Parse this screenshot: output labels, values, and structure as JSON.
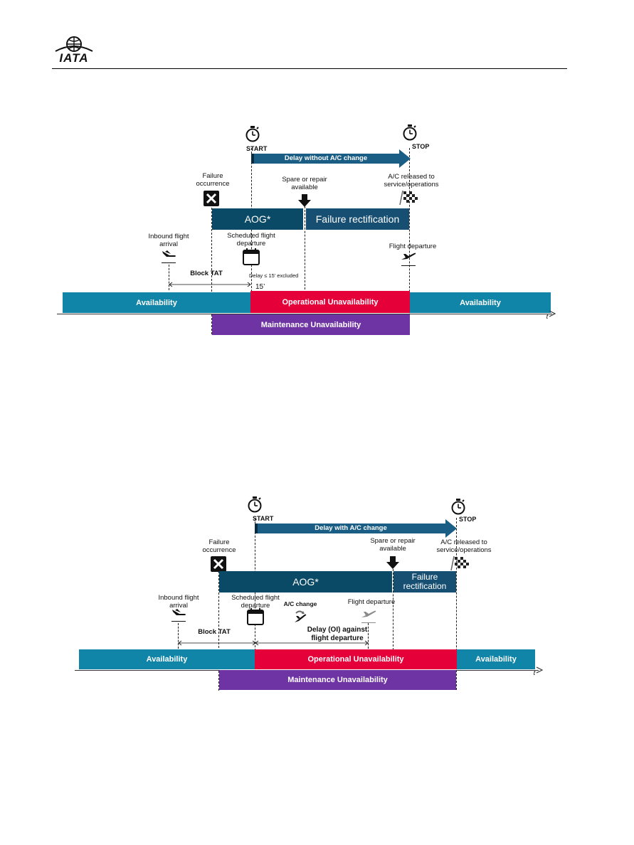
{
  "header": {
    "logo_text": "IATA"
  },
  "diagram1": {
    "start": "START",
    "stop": "STOP",
    "delay_arrow": "Delay without A/C change",
    "failure": "Failure\noccurrence",
    "spare": "Spare or repair\navailable",
    "released": "A/C released to\nservice/operations",
    "aog": "AOG*",
    "rectification": "Failure rectification",
    "inbound": "Inbound flight\narrival",
    "scheduled": "Scheduled flight\ndeparture",
    "flight_departure": "Flight departure",
    "block_tat": "Block TAT",
    "delay_excluded": "Delay ≤ 15’ excluded",
    "fifteen": "15’",
    "availability_left": "Availability",
    "operational": "Operational  Unavailability",
    "availability_right": "Availability",
    "maintenance": "Maintenance Unavailability",
    "axis_t": "t"
  },
  "diagram2": {
    "start": "START",
    "stop": "STOP",
    "delay_arrow": "Delay with A/C change",
    "failure": "Failure\noccurrence",
    "spare": "Spare or repair\navailable",
    "released": "A/C released to\nservice/operations",
    "aog": "AOG*",
    "rectification": "Failure\nrectification",
    "inbound": "Inbound flight\narrival",
    "scheduled": "Scheduled flight\ndeparture",
    "ac_change": "A/C change",
    "flight_departure": "Flight departure",
    "delay_ol": "Delay (OI) against\nflight departure",
    "block_tat": "Block TAT",
    "availability_left": "Availability",
    "operational": "Operational  Unavailability",
    "availability_right": "Availability",
    "maintenance": "Maintenance Unavailability",
    "axis_t": "t"
  },
  "colors": {
    "availability": "#1185a8",
    "operational": "#e5003a",
    "maintenance": "#6f34a3",
    "aog": "#0b4a66",
    "rectification": "#174f72",
    "arrow": "#1a5e86"
  }
}
